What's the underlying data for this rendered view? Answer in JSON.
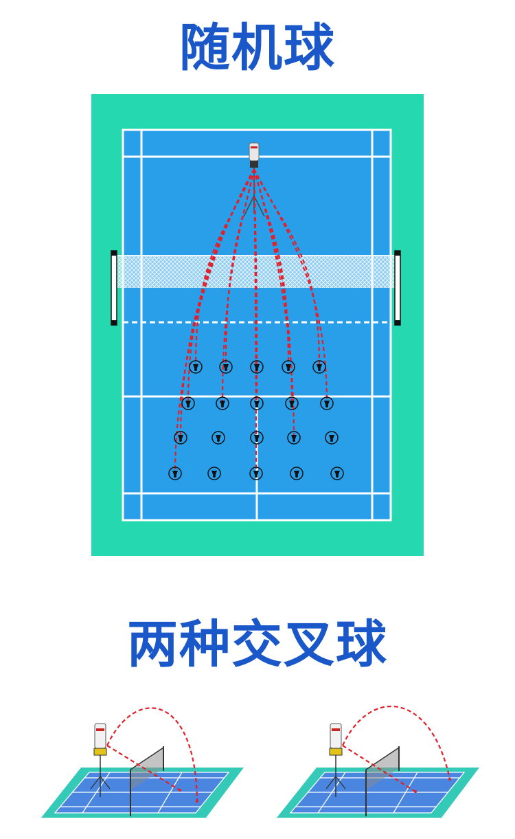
{
  "titles": {
    "random_ball": "随机球",
    "two_cross_balls": "两种交叉球"
  },
  "colors": {
    "title": "#1a57c9",
    "surround": "#25d8b0",
    "court": "#2a9fe9",
    "lines": "#ffffff",
    "trajectory": "#e0202a",
    "net_post": "#111111",
    "iso_court": "#4a86e0",
    "iso_surround": "#35c9b8"
  },
  "icons": {
    "machine": "shuttlecock-launcher-icon",
    "target": "shuttlecock-target-icon"
  },
  "diagram": {
    "target_rows": 4,
    "targets_per_row": 5,
    "random_trajectories": 10,
    "cross_diagrams": 2
  }
}
